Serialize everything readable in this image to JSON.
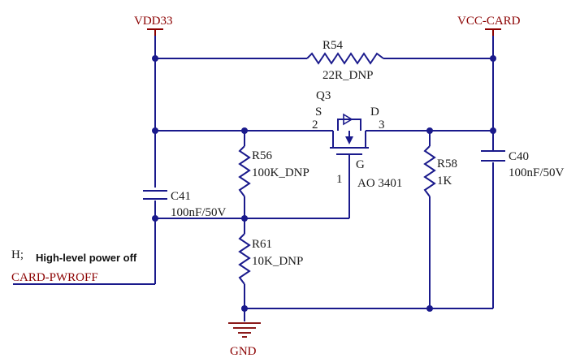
{
  "nets": {
    "vdd33": "VDD33",
    "vcc_card": "VCC-CARD",
    "gnd": "GND",
    "card_pwroff": "CARD-PWROFF",
    "h_prefix": "H;"
  },
  "note": "High-level power off",
  "r54": {
    "ref": "R54",
    "value": "22R_DNP"
  },
  "q3": {
    "ref": "Q3",
    "part": "AO 3401",
    "source": "S",
    "drain": "D",
    "gate": "G",
    "pin_source": "2",
    "pin_drain": "3",
    "pin_gate": "1"
  },
  "r56": {
    "ref": "R56",
    "value": "100K_DNP"
  },
  "r58": {
    "ref": "R58",
    "value": "1K"
  },
  "r61": {
    "ref": "R61",
    "value": "10K_DNP"
  },
  "c40": {
    "ref": "C40",
    "value": "100nF/50V"
  },
  "c41": {
    "ref": "C41",
    "value": "100nF/50V"
  },
  "colors": {
    "wire": "#1a1a8c",
    "net_label": "#8b0000",
    "ground": "#8b1a1a"
  }
}
